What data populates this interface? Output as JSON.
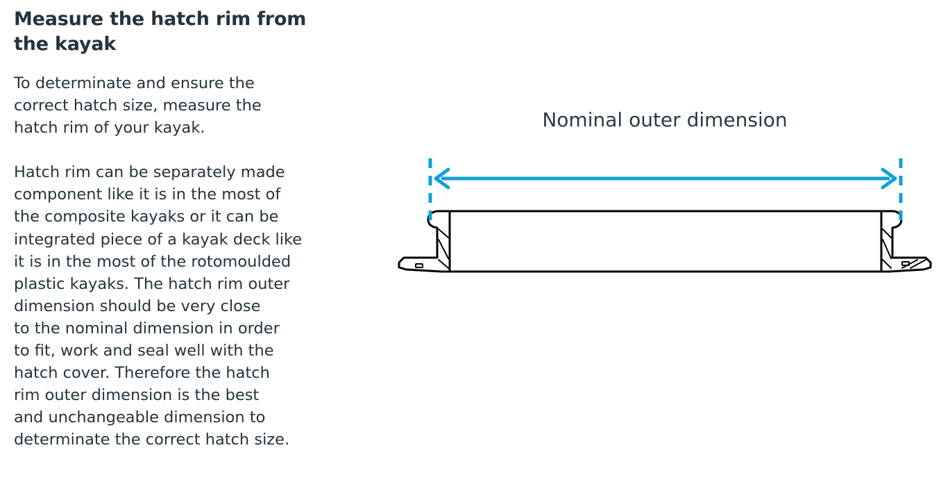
{
  "heading": {
    "lines": [
      "Measure the hatch rim from",
      "the kayak"
    ]
  },
  "intro": {
    "lines": [
      "To determinate and ensure the",
      "correct hatch size, measure the",
      "hatch rim of your kayak."
    ]
  },
  "body": {
    "lines": [
      "Hatch rim can be separately made",
      "component like it is in the most of",
      "the composite kayaks or it can be",
      "integrated piece of a kayak deck like",
      "it is in the most of the rotomoulded",
      "plastic kayaks. The hatch rim outer",
      "dimension should be very close",
      "to the nominal dimension in order",
      "to fit, work and seal well with the",
      "hatch cover. Therefore the hatch",
      "rim outer dimension is the best",
      "and unchangeable dimension to",
      "determinate the correct hatch size."
    ]
  },
  "diagram": {
    "label": "Nominal outer dimension",
    "colors": {
      "dimension": "#12a0d8",
      "outline": "#000000",
      "text": "#2a3a44"
    }
  }
}
